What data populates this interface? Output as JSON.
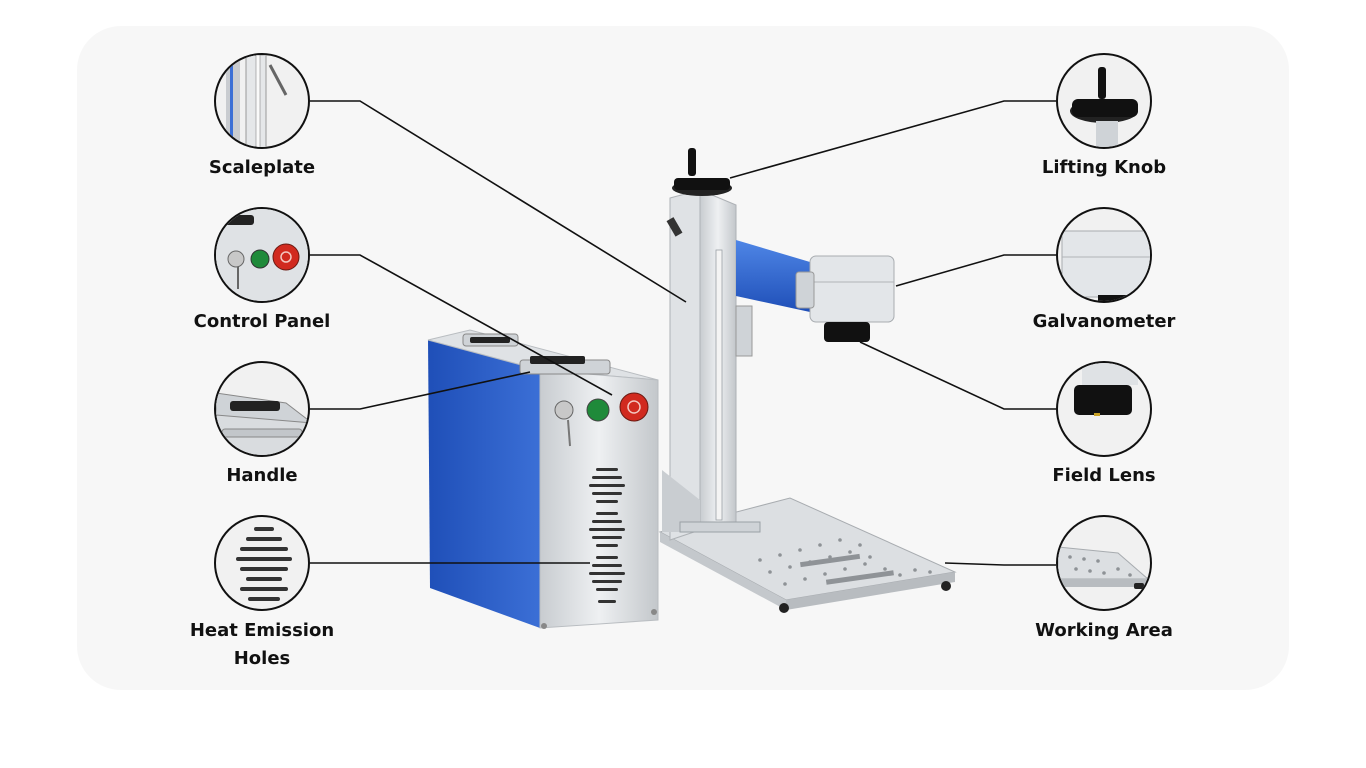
{
  "labels": {
    "scaleplate": "Scaleplate",
    "control_panel": "Control Panel",
    "handle": "Handle",
    "heat_emission_line1": "Heat Emission",
    "heat_emission_line2": "Holes",
    "lifting_knob": "Lifting Knob",
    "galvanometer": "Galvanometer",
    "field_lens": "Field Lens",
    "working_area": "Working Area"
  },
  "colors": {
    "panel_bg": "#f7f7f7",
    "body_blue": "#2f5fc4",
    "metal": "#d9dcdf",
    "button_green": "#1f8a3a",
    "button_red": "#d12a1f",
    "line": "#111111"
  }
}
